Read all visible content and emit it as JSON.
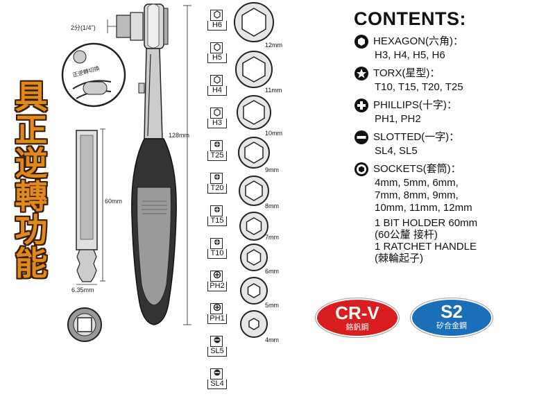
{
  "title_vertical": [
    "具",
    "正",
    "逆",
    "轉",
    "功",
    "能"
  ],
  "dims": {
    "drive": "2分(1/4\")",
    "length": "128mm",
    "holder_length": "60mm",
    "holder_width": "6.35mm",
    "toggle_label": "正逆轉切換"
  },
  "bits": [
    "H6",
    "H5",
    "H4",
    "H3",
    "T25",
    "T20",
    "T15",
    "T10",
    "PH2",
    "PH1",
    "SL5",
    "SL4"
  ],
  "sockets": [
    "12mm",
    "11mm",
    "10mm",
    "9mm",
    "8mm",
    "7mm",
    "6mm",
    "5mm",
    "4mm"
  ],
  "contents": {
    "title": "CONTENTS:",
    "groups": [
      {
        "icon": "hexagon-icon",
        "head": "HEXAGON(六角)：",
        "sub": [
          "H3, H4, H5, H6"
        ]
      },
      {
        "icon": "torx-icon",
        "head": "TORX(星型)：",
        "sub": [
          "T10, T15, T20, T25"
        ]
      },
      {
        "icon": "phillips-icon",
        "head": "PHILLIPS(十字)：",
        "sub": [
          "PH1, PH2"
        ]
      },
      {
        "icon": "slotted-icon",
        "head": "SLOTTED(一字)：",
        "sub": [
          "SL4, SL5"
        ]
      },
      {
        "icon": "socket-icon",
        "head": "SOCKETS(套筒)：",
        "sub": [
          "4mm, 5mm, 6mm,",
          "7mm, 8mm, 9mm,",
          "10mm, 11mm, 12mm"
        ]
      }
    ],
    "extras": [
      "1 BIT HOLDER 60mm",
      "(60公釐 接杆)",
      "1 RATCHET HANDLE",
      "(棘輪起子)"
    ]
  },
  "badges": {
    "crv": {
      "main": "CR-V",
      "sub": "鉻釩鋼",
      "color": "#d81e1e"
    },
    "s2": {
      "main": "S2",
      "sub": "矽合金鋼",
      "color": "#1a6fb8"
    }
  }
}
